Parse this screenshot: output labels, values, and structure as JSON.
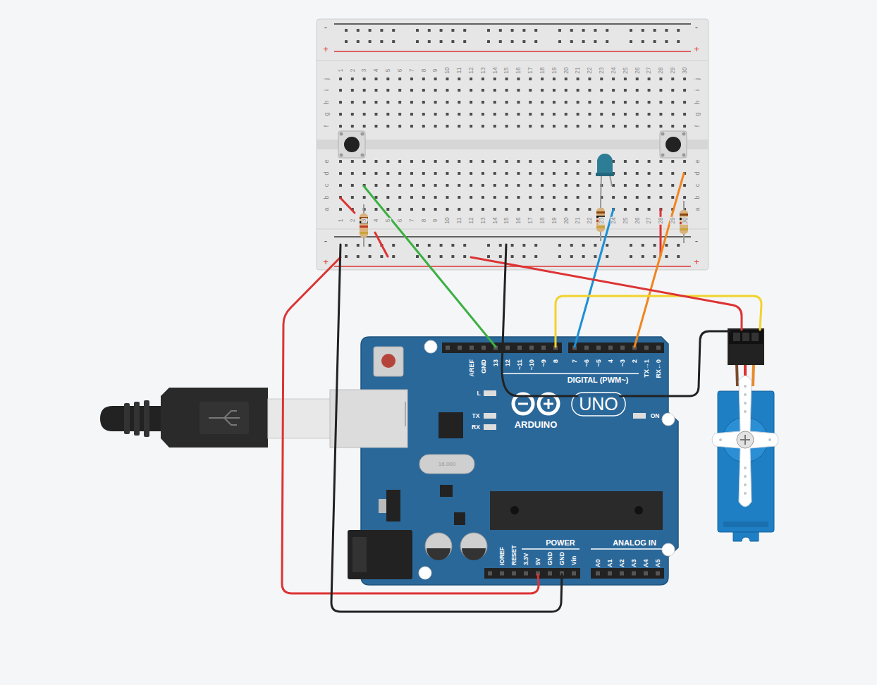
{
  "diagram": {
    "labels": [
      "-",
      "-",
      "+",
      "+",
      "1",
      "2",
      "3",
      "4",
      "5",
      "6",
      "7",
      "8",
      "9",
      "10",
      "11",
      "12",
      "13",
      "14",
      "15",
      "16",
      "17",
      "18",
      "19",
      "20",
      "21",
      "22",
      "23",
      "24",
      "25",
      "26",
      "27",
      "28",
      "29",
      "30",
      "j",
      "i",
      "h",
      "g",
      "f",
      "e",
      "d",
      "c",
      "b",
      "a",
      "j",
      "i",
      "h",
      "g",
      "f",
      "e",
      "d",
      "c",
      "b",
      "a",
      "1",
      "2",
      "3",
      "4",
      "5",
      "6",
      "7",
      "8",
      "9",
      "10",
      "11",
      "12",
      "13",
      "14",
      "15",
      "16",
      "17",
      "18",
      "19",
      "20",
      "21",
      "22",
      "23",
      "24",
      "25",
      "26",
      "27",
      "28",
      "29",
      "30",
      "-",
      "-",
      "+",
      "+",
      "AREF",
      "GND",
      "13",
      "12",
      "~11",
      "~10",
      "~9",
      "8",
      "7",
      "~6",
      "~5",
      "4",
      "~3",
      "2",
      "TX→1",
      "RX←0",
      "DIGITAL (PWM~)",
      "L",
      "TX",
      "RX",
      "ON",
      "ARDUINO",
      "UNO",
      "16.000",
      "IOREF",
      "RESET",
      "3.3V",
      "5V",
      "GND",
      "GND",
      "Vin",
      "POWER",
      "ANALOG IN",
      "A0",
      "A1",
      "A2",
      "A3",
      "A4",
      "A5"
    ]
  }
}
